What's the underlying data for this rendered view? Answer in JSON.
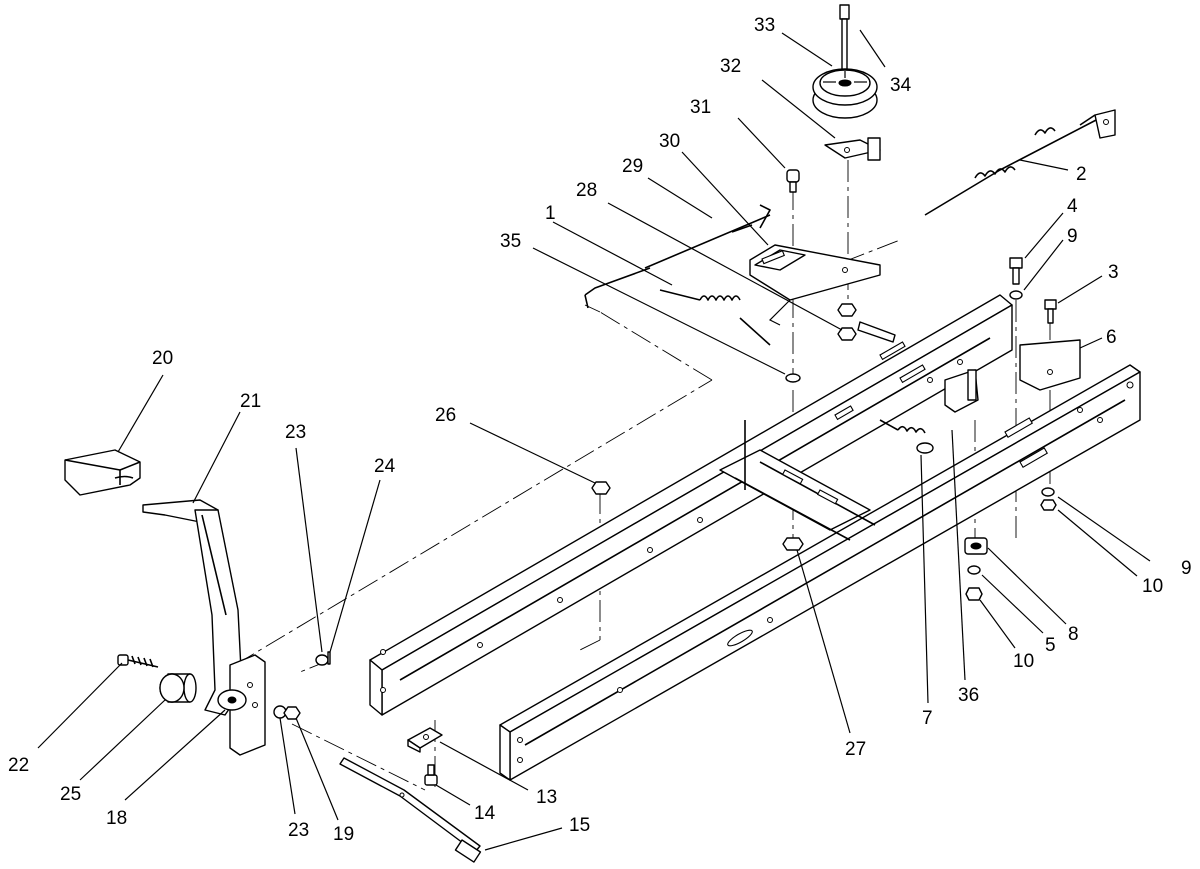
{
  "diagram": {
    "callouts": [
      {
        "id": "c1",
        "label": "1"
      },
      {
        "id": "c2",
        "label": "2"
      },
      {
        "id": "c3",
        "label": "3"
      },
      {
        "id": "c4",
        "label": "4"
      },
      {
        "id": "c5",
        "label": "5"
      },
      {
        "id": "c6",
        "label": "6"
      },
      {
        "id": "c7",
        "label": "7"
      },
      {
        "id": "c8",
        "label": "8"
      },
      {
        "id": "c9a",
        "label": "9"
      },
      {
        "id": "c9b",
        "label": "9"
      },
      {
        "id": "c10a",
        "label": "10"
      },
      {
        "id": "c10b",
        "label": "10"
      },
      {
        "id": "c13",
        "label": "13"
      },
      {
        "id": "c14",
        "label": "14"
      },
      {
        "id": "c15",
        "label": "15"
      },
      {
        "id": "c18",
        "label": "18"
      },
      {
        "id": "c19",
        "label": "19"
      },
      {
        "id": "c20",
        "label": "20"
      },
      {
        "id": "c21",
        "label": "21"
      },
      {
        "id": "c22",
        "label": "22"
      },
      {
        "id": "c23a",
        "label": "23"
      },
      {
        "id": "c23b",
        "label": "23"
      },
      {
        "id": "c24",
        "label": "24"
      },
      {
        "id": "c25",
        "label": "25"
      },
      {
        "id": "c26",
        "label": "26"
      },
      {
        "id": "c27",
        "label": "27"
      },
      {
        "id": "c28",
        "label": "28"
      },
      {
        "id": "c29",
        "label": "29"
      },
      {
        "id": "c30",
        "label": "30"
      },
      {
        "id": "c31",
        "label": "31"
      },
      {
        "id": "c32",
        "label": "32"
      },
      {
        "id": "c33",
        "label": "33"
      },
      {
        "id": "c34",
        "label": "34"
      },
      {
        "id": "c35",
        "label": "35"
      },
      {
        "id": "c36",
        "label": "36"
      }
    ]
  }
}
